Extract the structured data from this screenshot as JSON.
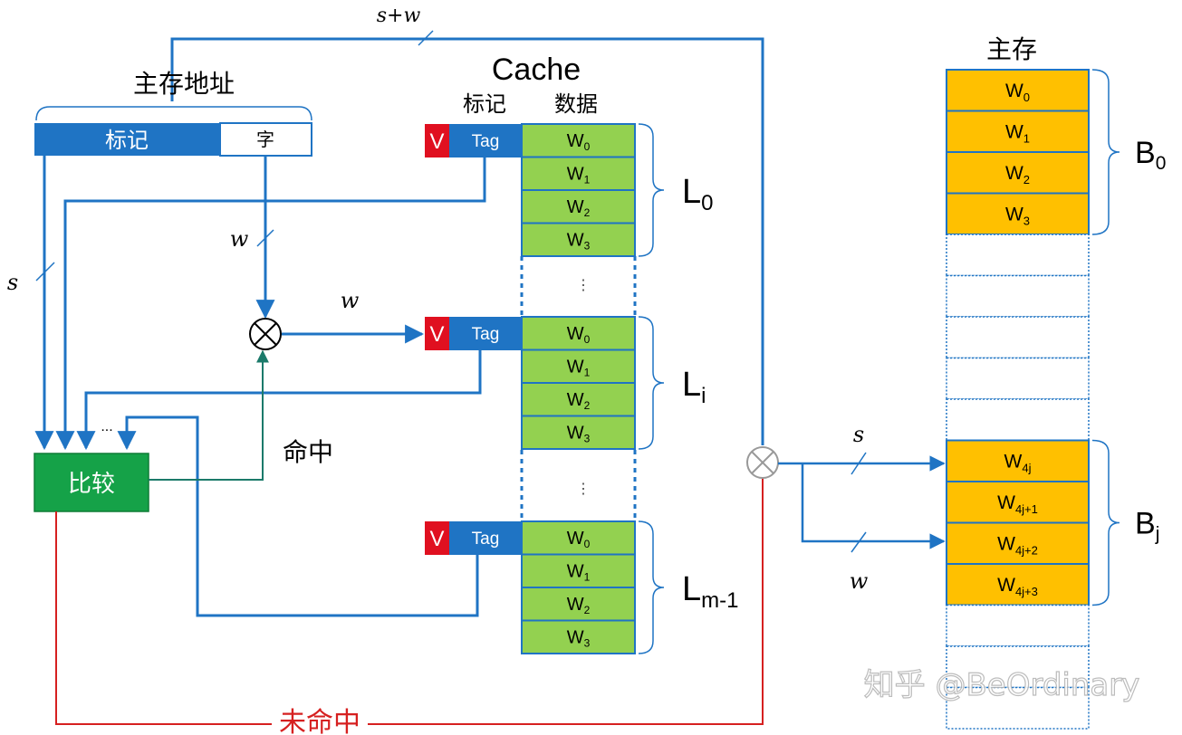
{
  "address": {
    "title": "主存地址",
    "tag_label": "标记",
    "word_label": "字"
  },
  "cache": {
    "title": "Cache",
    "tag_header": "标记",
    "data_header": "数据",
    "valid_label": "V",
    "tag_cell": "Tag",
    "word_prefix": "W",
    "word_subs": [
      "0",
      "1",
      "2",
      "3"
    ],
    "ellipsis": "⋮",
    "lines": [
      {
        "name": "L",
        "sub": "0"
      },
      {
        "name": "L",
        "sub": "i"
      },
      {
        "name": "L",
        "sub": "m-1"
      }
    ]
  },
  "memory": {
    "title": "主存",
    "word_prefix": "W",
    "block0_subs": [
      "0",
      "1",
      "2",
      "3"
    ],
    "blockj_subs": [
      "4j",
      "4j+1",
      "4j+2",
      "4j+3"
    ],
    "blocks": [
      {
        "name": "B",
        "sub": "0"
      },
      {
        "name": "B",
        "sub": "j"
      }
    ]
  },
  "signals": {
    "s_plus_w": "s+w",
    "s": "s",
    "w": "w",
    "ellipsis": "...",
    "mux_symbol": "⊗"
  },
  "compare": {
    "label": "比较",
    "hit": "命中",
    "miss": "未命中"
  },
  "watermark": "知乎 @BeOrdinary",
  "colors": {
    "blue": "#1f74c4",
    "green": "#93d150",
    "dark_green": "#15a248",
    "gold": "#ffc000",
    "red": "#e01020",
    "miss_line": "#d62020",
    "hit_line": "#1b7a6a"
  }
}
